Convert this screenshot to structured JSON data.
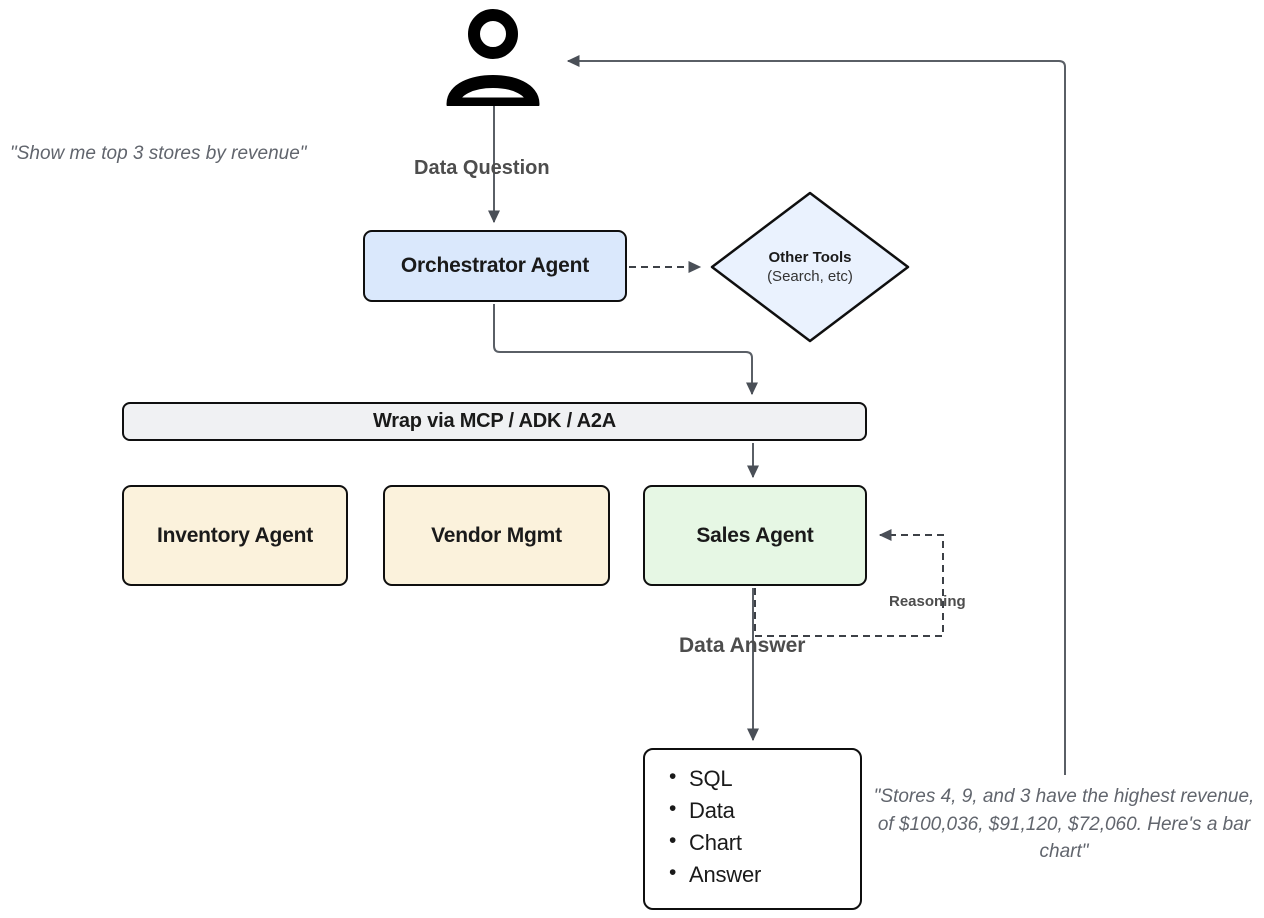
{
  "diagram": {
    "title": "Multi-Agent Data Question Flow",
    "user": {
      "icon": "person-icon",
      "caption": "\"Show me top 3 stores by revenue\""
    },
    "nodes": {
      "orchestrator": {
        "label": "Orchestrator Agent",
        "fill": "#dae8fc"
      },
      "other_tools": {
        "label_line1": "Other Tools",
        "label_line2": "(Search, etc)",
        "fill": "#eaf2fe"
      },
      "mcp": {
        "label": "Wrap via MCP / ADK / A2A",
        "fill": "#f0f1f3"
      },
      "inventory": {
        "label": "Inventory Agent",
        "fill": "#fbf2dc"
      },
      "vendor": {
        "label": "Vendor Mgmt",
        "fill": "#fbf2dc"
      },
      "sales": {
        "label": "Sales Agent",
        "fill": "#e6f7e4"
      },
      "output": {
        "items": [
          "SQL",
          "Data",
          "Chart",
          "Answer"
        ],
        "fill": "#ffffff"
      }
    },
    "edges": {
      "data_question": "Data Question",
      "data_answer": "Data Answer",
      "reasoning": "Reasoning"
    },
    "answer_caption": "\"Stores 4, 9, and 3 have the highest revenue, of $100,036, $91,120, $72,060. Here's a bar chart\"",
    "colors": {
      "stroke": "#0f0f0f",
      "edge_line": "#5a5f66",
      "label_text": "#4d4d4d",
      "caption_text": "#61656d"
    }
  }
}
